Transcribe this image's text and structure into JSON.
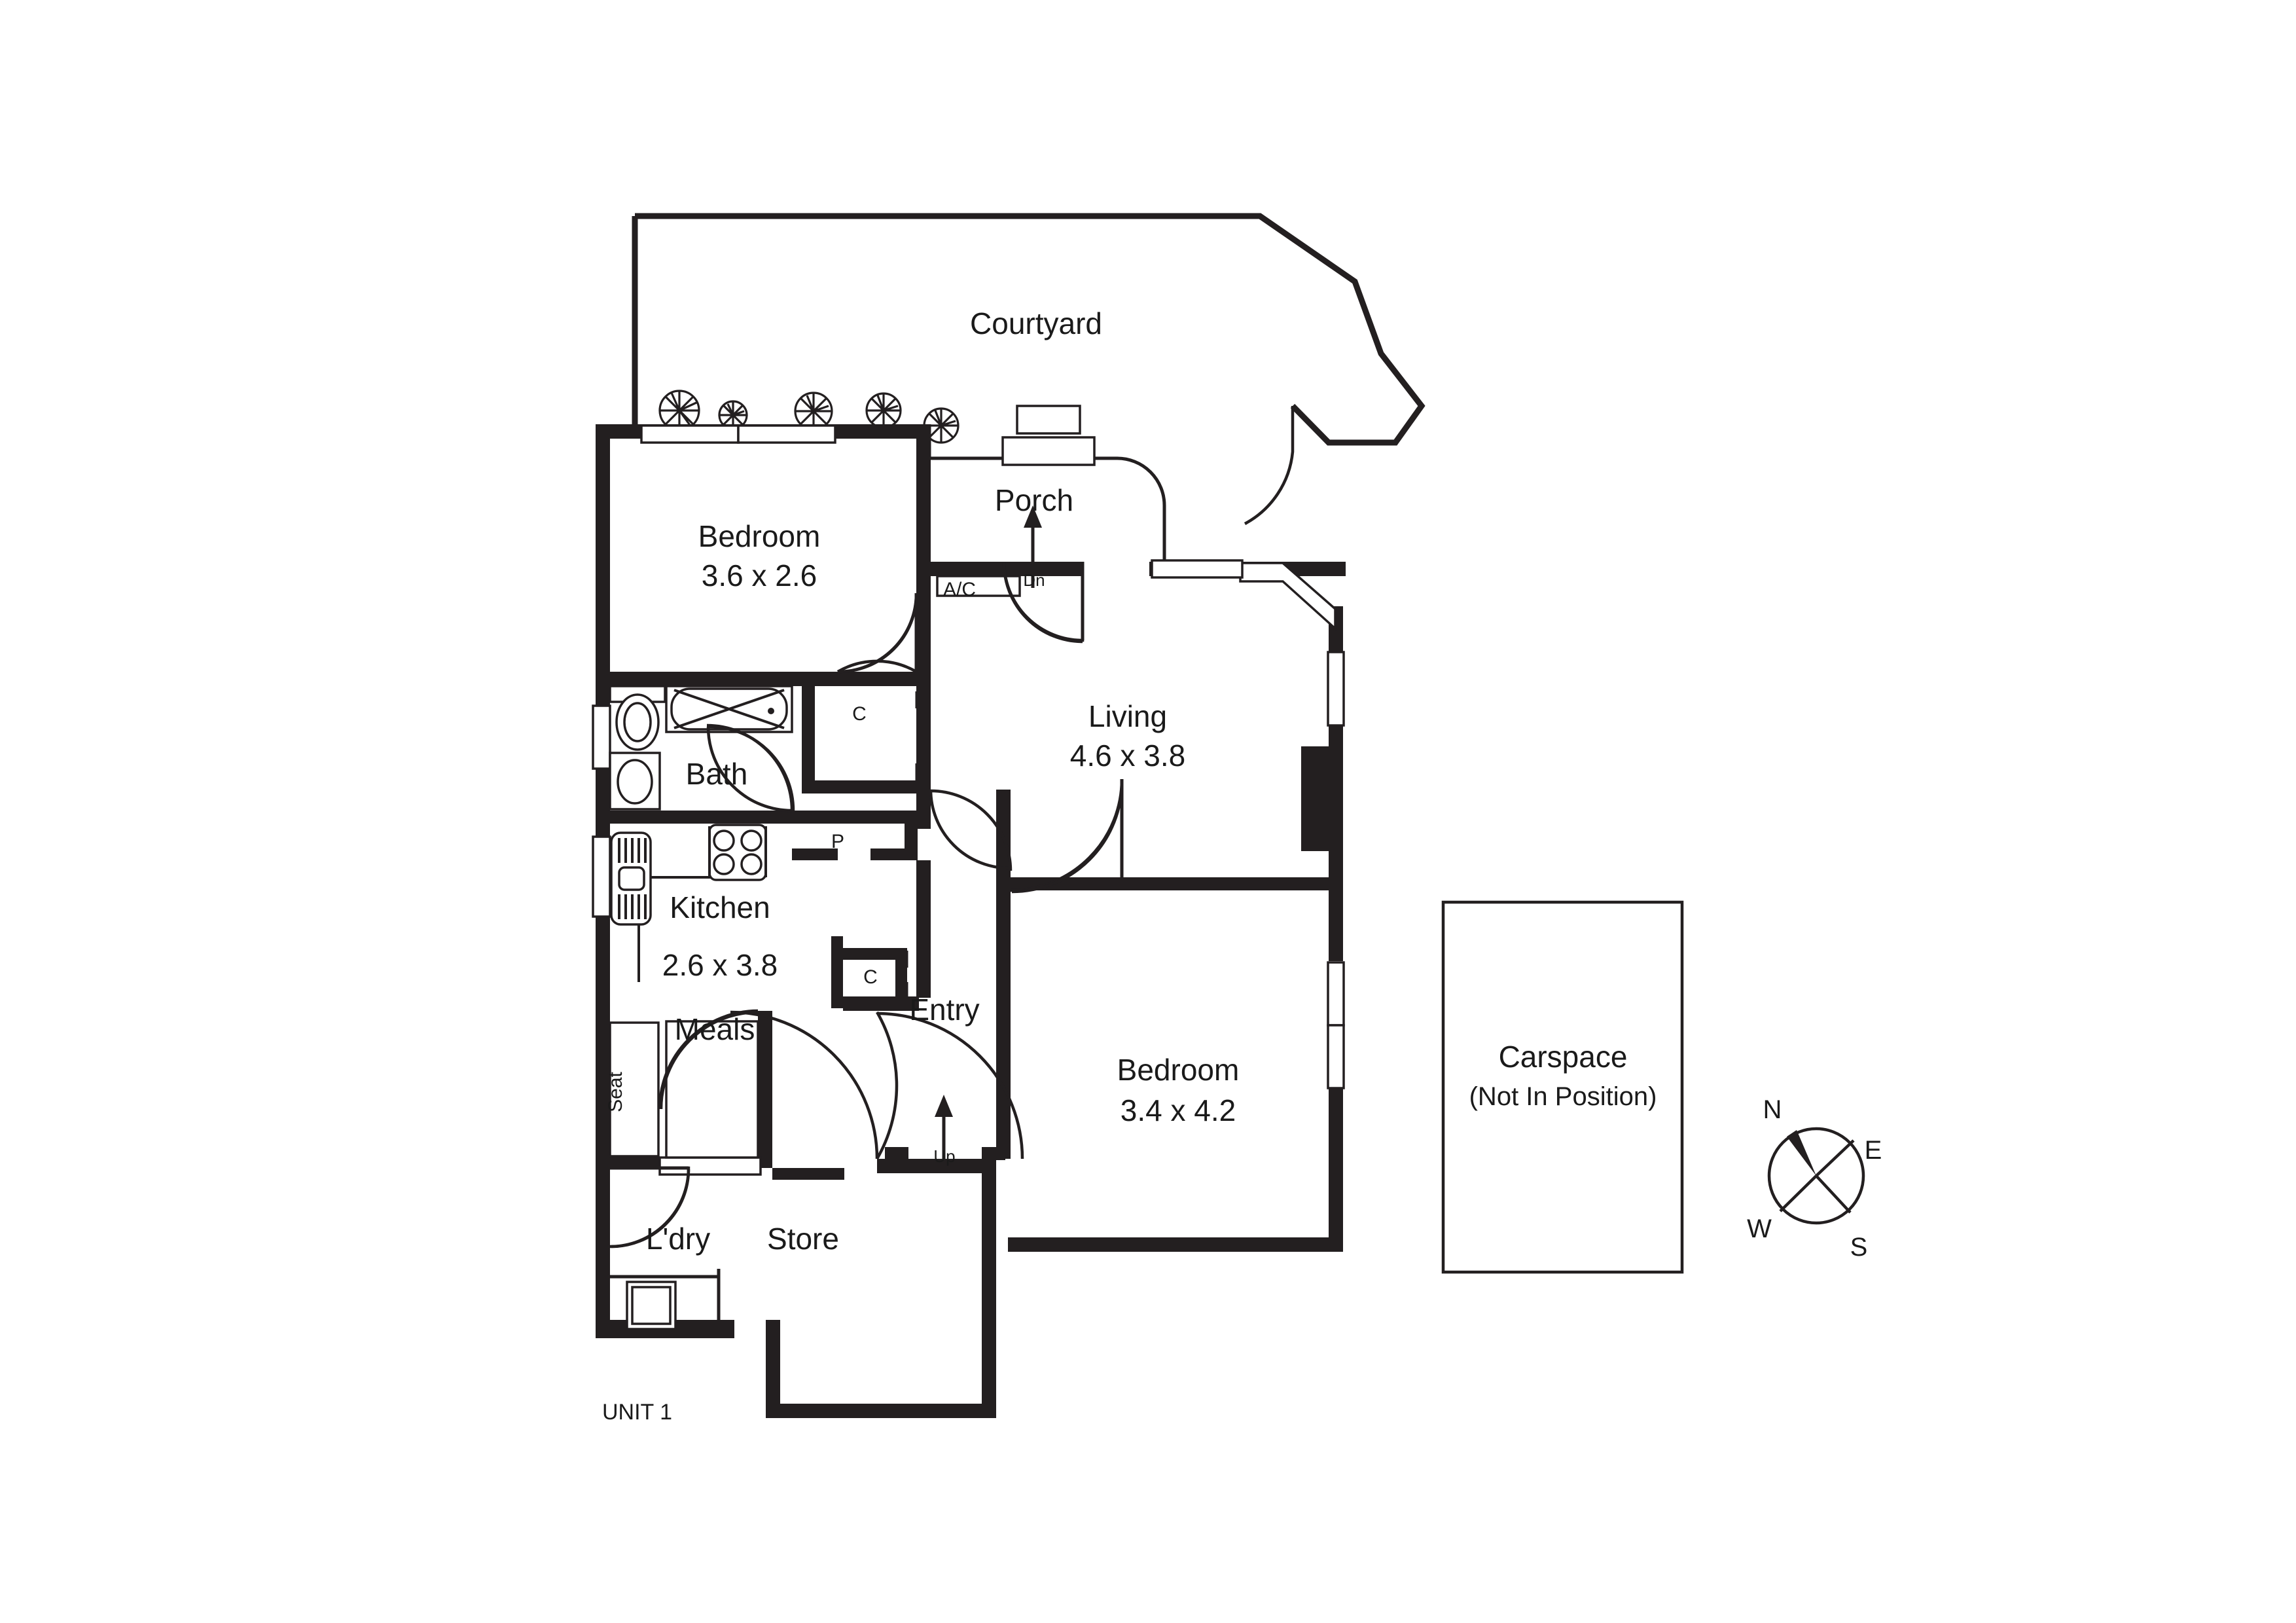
{
  "plan": {
    "unit_label": "UNIT 1",
    "rooms": [
      {
        "id": "courtyard",
        "name": "Courtyard",
        "dims": ""
      },
      {
        "id": "bedroom1",
        "name": "Bedroom",
        "dims": "3.6 x 2.6"
      },
      {
        "id": "porch",
        "name": "Porch",
        "dims": ""
      },
      {
        "id": "living",
        "name": "Living",
        "dims": "4.6 x 3.8"
      },
      {
        "id": "bath",
        "name": "Bath",
        "dims": ""
      },
      {
        "id": "kitchen",
        "name": "Kitchen",
        "dims": "2.6 x 3.8"
      },
      {
        "id": "meals",
        "name": "Meals",
        "dims": ""
      },
      {
        "id": "entry",
        "name": "Entry",
        "dims": ""
      },
      {
        "id": "bedroom2",
        "name": "Bedroom",
        "dims": "3.4 x 4.2"
      },
      {
        "id": "ldry",
        "name": "L'dry",
        "dims": ""
      },
      {
        "id": "store",
        "name": "Store",
        "dims": ""
      }
    ],
    "annotations": {
      "ac": "A/C",
      "dn": "Dn",
      "up": "Up",
      "seat": "Seat",
      "pantry": "P",
      "closet_bath": "C",
      "closet_hall": "C"
    },
    "carspace": {
      "title": "Carspace",
      "subtitle": "(Not In Position)"
    },
    "compass": {
      "north": "N",
      "east": "E",
      "south": "S",
      "west": "W"
    },
    "colors": {
      "wall": "#231f20",
      "background": "#ffffff",
      "text": "#1a1a1a"
    }
  }
}
